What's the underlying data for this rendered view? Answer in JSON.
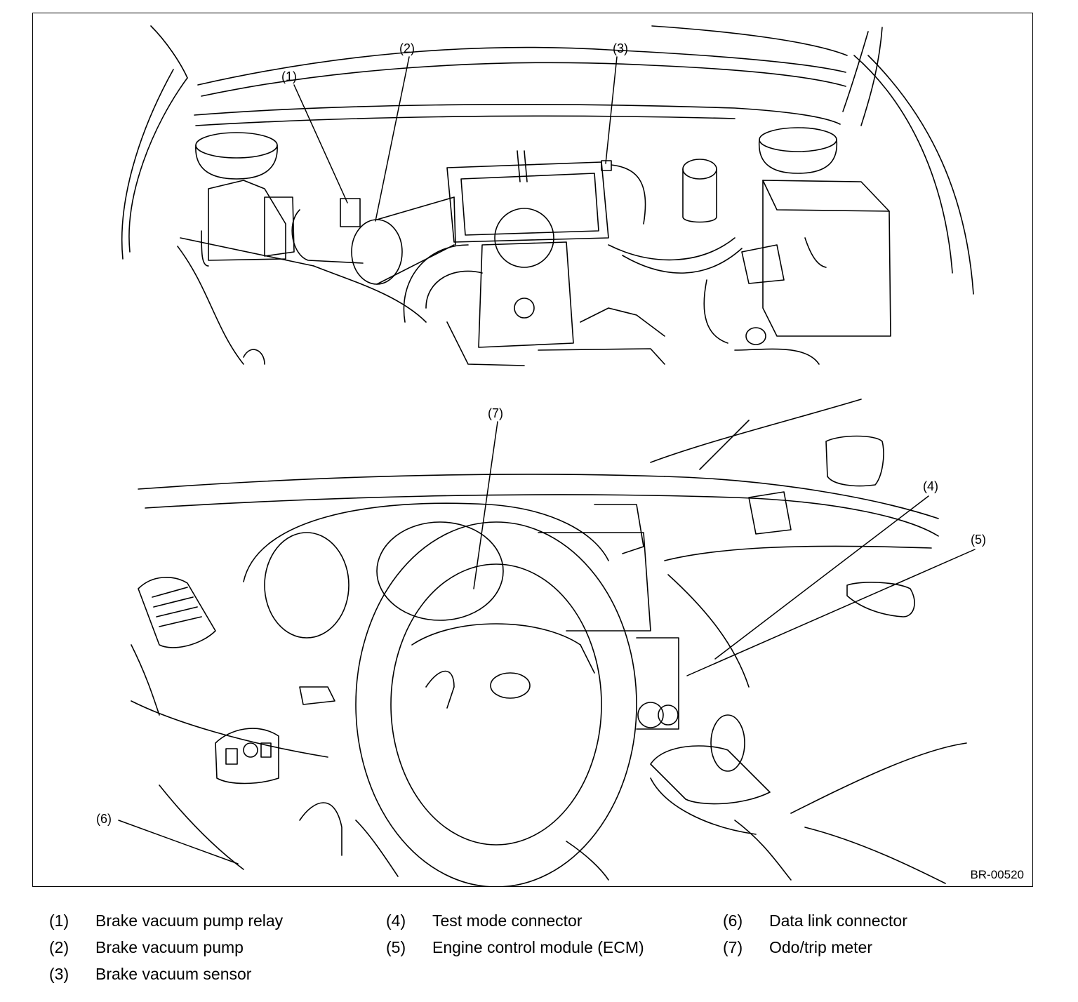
{
  "figure": {
    "code": "BR-00520",
    "callouts": [
      "(1)",
      "(2)",
      "(3)",
      "(4)",
      "(5)",
      "(6)",
      "(7)"
    ]
  },
  "legend": [
    {
      "num": "(1)",
      "text": "Brake vacuum pump relay"
    },
    {
      "num": "(2)",
      "text": "Brake vacuum pump"
    },
    {
      "num": "(3)",
      "text": "Brake vacuum sensor"
    },
    {
      "num": "(4)",
      "text": "Test mode connector"
    },
    {
      "num": "(5)",
      "text": "Engine control module (ECM)"
    },
    {
      "num": "(6)",
      "text": "Data link connector"
    },
    {
      "num": "(7)",
      "text": "Odo/trip meter"
    }
  ],
  "colors": {
    "line": "#000000",
    "background": "#ffffff"
  }
}
